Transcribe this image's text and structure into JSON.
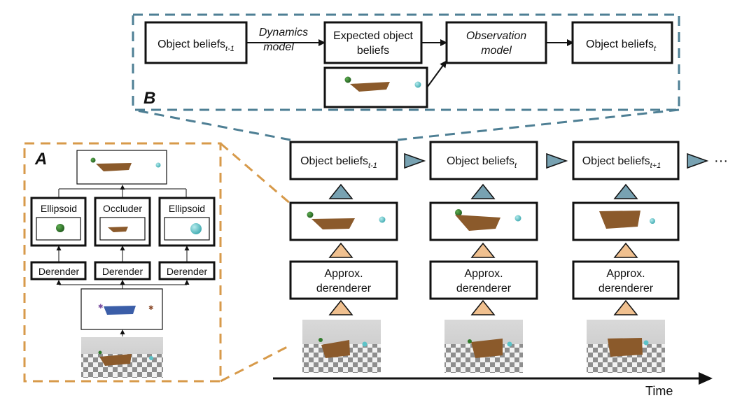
{
  "panel_b": {
    "label": "B",
    "prev_beliefs": {
      "text": "Object beliefs",
      "sub": "t-1"
    },
    "dynamics_line1": "Dynamics",
    "dynamics_line2": "model",
    "expected_line1": "Expected object",
    "expected_line2": "beliefs",
    "observation_line1": "Observation",
    "observation_line2": "model",
    "current_beliefs": {
      "text": "Object beliefs",
      "sub": "t"
    }
  },
  "panel_a": {
    "label": "A",
    "modules": [
      "Ellipsoid",
      "Occluder",
      "Ellipsoid"
    ],
    "derender_label": "Derender"
  },
  "timeline": {
    "beliefs": [
      {
        "text": "Object beliefs",
        "sub": "t-1"
      },
      {
        "text": "Object beliefs",
        "sub": "t"
      },
      {
        "text": "Object beliefs",
        "sub": "t+1"
      }
    ],
    "derenderer_line1": "Approx.",
    "derenderer_line2": "derenderer",
    "ellipsis": "···",
    "time_label": "Time"
  },
  "colors": {
    "panel_a_border": "#d79a4a",
    "panel_b_border": "#4e7f94",
    "up_triangle_orange": "#f0c08f",
    "blue_triangle": "#78a2b2",
    "occluder_brown": "#8b5a2b",
    "green_ball": "#2f7a2a",
    "cyan_ball": "#5cc3c8"
  }
}
